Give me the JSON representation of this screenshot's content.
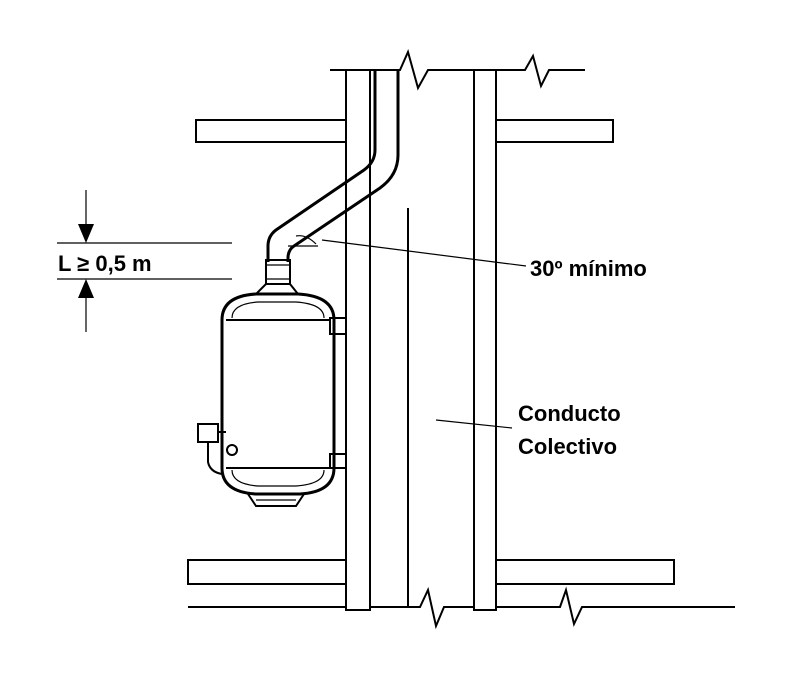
{
  "labels": {
    "distance": "L  ≥ 0,5 m",
    "angle": "30º mínimo",
    "duct_line1": "Conducto",
    "duct_line2": "Colectivo"
  },
  "colors": {
    "ink": "#000000",
    "background": "#ffffff"
  }
}
